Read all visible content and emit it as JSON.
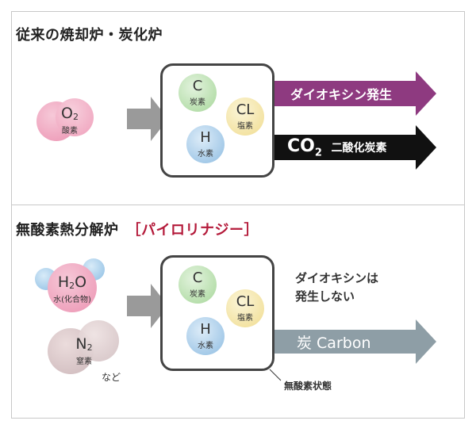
{
  "top": {
    "title": "従来の焼却炉・炭化炉",
    "oxygen": {
      "symbol": "O",
      "sub": "2",
      "label": "酸素"
    },
    "atoms": {
      "c": {
        "symbol": "C",
        "label": "炭素"
      },
      "cl": {
        "symbol": "CL",
        "label": "塩素"
      },
      "h": {
        "symbol": "H",
        "label": "水素"
      }
    },
    "output_dioxin": "ダイオキシン発生",
    "output_co2": {
      "symbol": "CO",
      "sub": "2",
      "label": "二酸化炭素"
    },
    "colors": {
      "dioxin_arrow": "#8e3a80",
      "co2_arrow": "#111111"
    }
  },
  "bottom": {
    "title": "無酸素熱分解炉",
    "title_highlight": "［パイロリナジー］",
    "water": {
      "symbol": "H",
      "sub": "2",
      "symbol_end": "O",
      "label": "水(化合物)"
    },
    "nitrogen": {
      "symbol": "N",
      "sub": "2",
      "label": "窒素"
    },
    "etc_label": "など",
    "atoms": {
      "c": {
        "symbol": "C",
        "label": "炭素"
      },
      "cl": {
        "symbol": "CL",
        "label": "塩素"
      },
      "h": {
        "symbol": "H",
        "label": "水素"
      }
    },
    "no_dioxin_line1": "ダイオキシンは",
    "no_dioxin_line2": "発生しない",
    "output_carbon": "炭 Carbon",
    "anoxic_label": "無酸素状態",
    "colors": {
      "carbon_arrow": "#8e9ea6",
      "highlight": "#b41a3a"
    }
  }
}
